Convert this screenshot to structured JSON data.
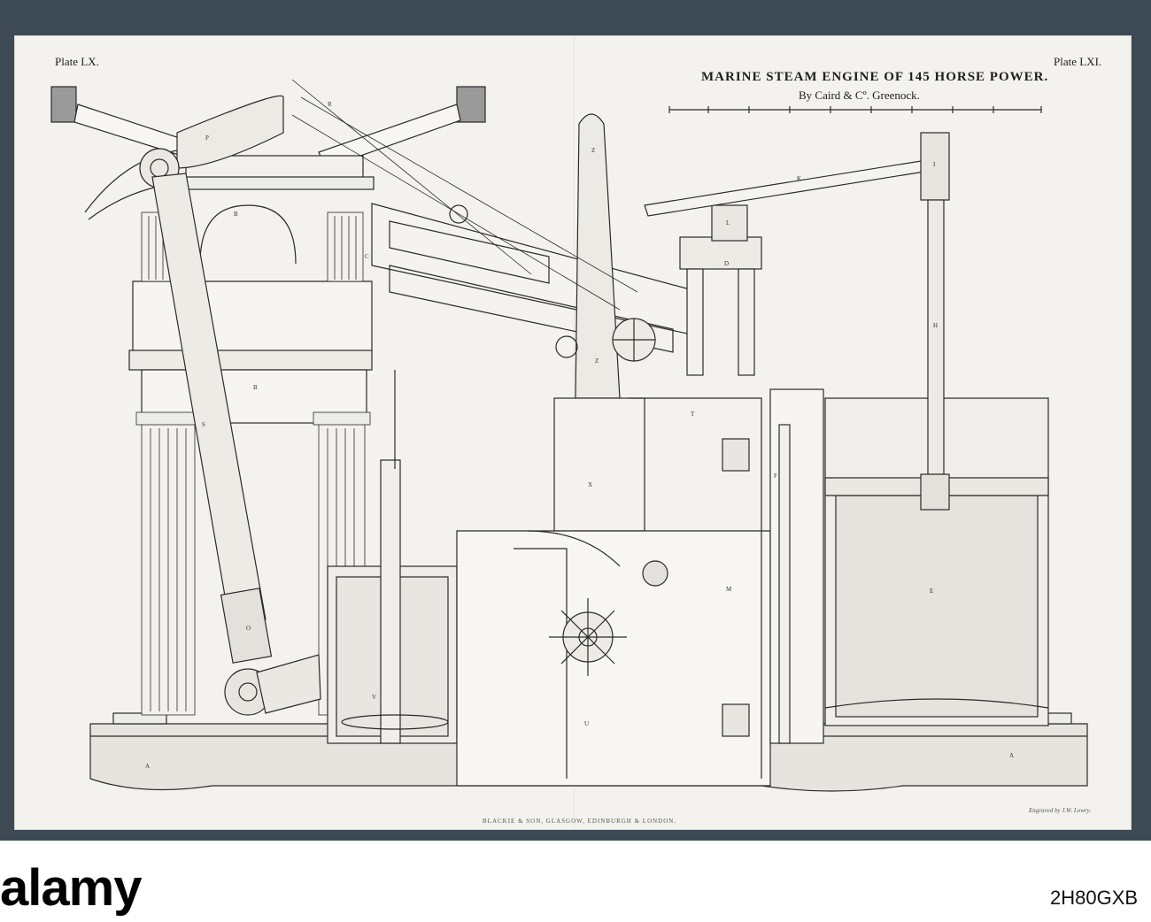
{
  "plate": {
    "left_label": "Plate LX.",
    "right_label": "Plate LXI.",
    "title": "MARINE STEAM ENGINE OF 145 HORSE POWER.",
    "subtitle": "By Caird & Cº. Greenock.",
    "publisher": "BLACKIE & SON, GLASGOW, EDINBURGH & LONDON.",
    "engraver": "Engraved by J.W. Lowry."
  },
  "part_labels": [
    "A",
    "B",
    "C",
    "D",
    "E",
    "F",
    "H",
    "I",
    "K",
    "L",
    "M",
    "O",
    "P",
    "R",
    "S",
    "T",
    "U",
    "V",
    "X",
    "Z"
  ],
  "watermark": {
    "brand": "alamy",
    "image_code": "2H80GXB"
  },
  "colors": {
    "frame": "#3d4a55",
    "paper": "#f3f2ee",
    "ink": "#2a2a2a"
  }
}
